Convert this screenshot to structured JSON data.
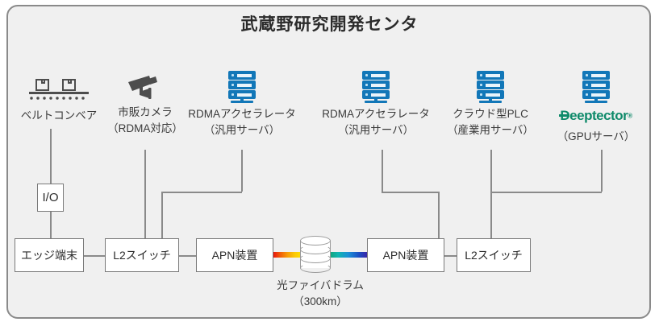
{
  "diagram": {
    "title": "武蔵野研究開発センタ",
    "devices": [
      {
        "name": "belt-conveyor",
        "icon": "conveyor-icon",
        "label_line1": "ベルトコンベア",
        "label_line2": ""
      },
      {
        "name": "commercial-camera",
        "icon": "security-camera-icon",
        "label_line1": "市販カメラ",
        "label_line2": "（RDMA対応）"
      },
      {
        "name": "rdma-accelerator-left",
        "icon": "server-rack-icon",
        "label_line1": "RDMAアクセラレータ",
        "label_line2": "（汎用サーバ）"
      },
      {
        "name": "rdma-accelerator-right",
        "icon": "server-rack-icon",
        "label_line1": "RDMAアクセラレータ",
        "label_line2": "（汎用サーバ）"
      },
      {
        "name": "cloud-plc",
        "icon": "server-rack-icon",
        "label_line1": "クラウド型PLC",
        "label_line2": "（産業用サーバ）"
      },
      {
        "name": "deeptector",
        "icon": "server-rack-icon",
        "logo_text": "Deeptector",
        "logo_mark": "®",
        "label_line2": "（GPUサーバ）"
      }
    ],
    "boxes": [
      {
        "name": "io-box",
        "label": "I/O"
      },
      {
        "name": "edge-terminal",
        "label": "エッジ端末"
      },
      {
        "name": "l2-switch-left",
        "label": "L2スイッチ"
      },
      {
        "name": "apn-device-left",
        "label": "APN装置"
      },
      {
        "name": "apn-device-right",
        "label": "APN装置"
      },
      {
        "name": "l2-switch-right",
        "label": "L2スイッチ"
      }
    ],
    "fiber": {
      "name": "optical-fiber-drum",
      "label_line1": "光ファイバドラム",
      "label_line2": "（300km）"
    },
    "colors": {
      "panel_bg": "#f0f0f0",
      "panel_border": "#8a8a8a",
      "server_blue": "#1277b8",
      "logo_green": "#0f8a6a",
      "line_gray": "#8a8a8a",
      "fiber_left": "#e8170f",
      "fiber_right": "#3a27a8"
    }
  }
}
